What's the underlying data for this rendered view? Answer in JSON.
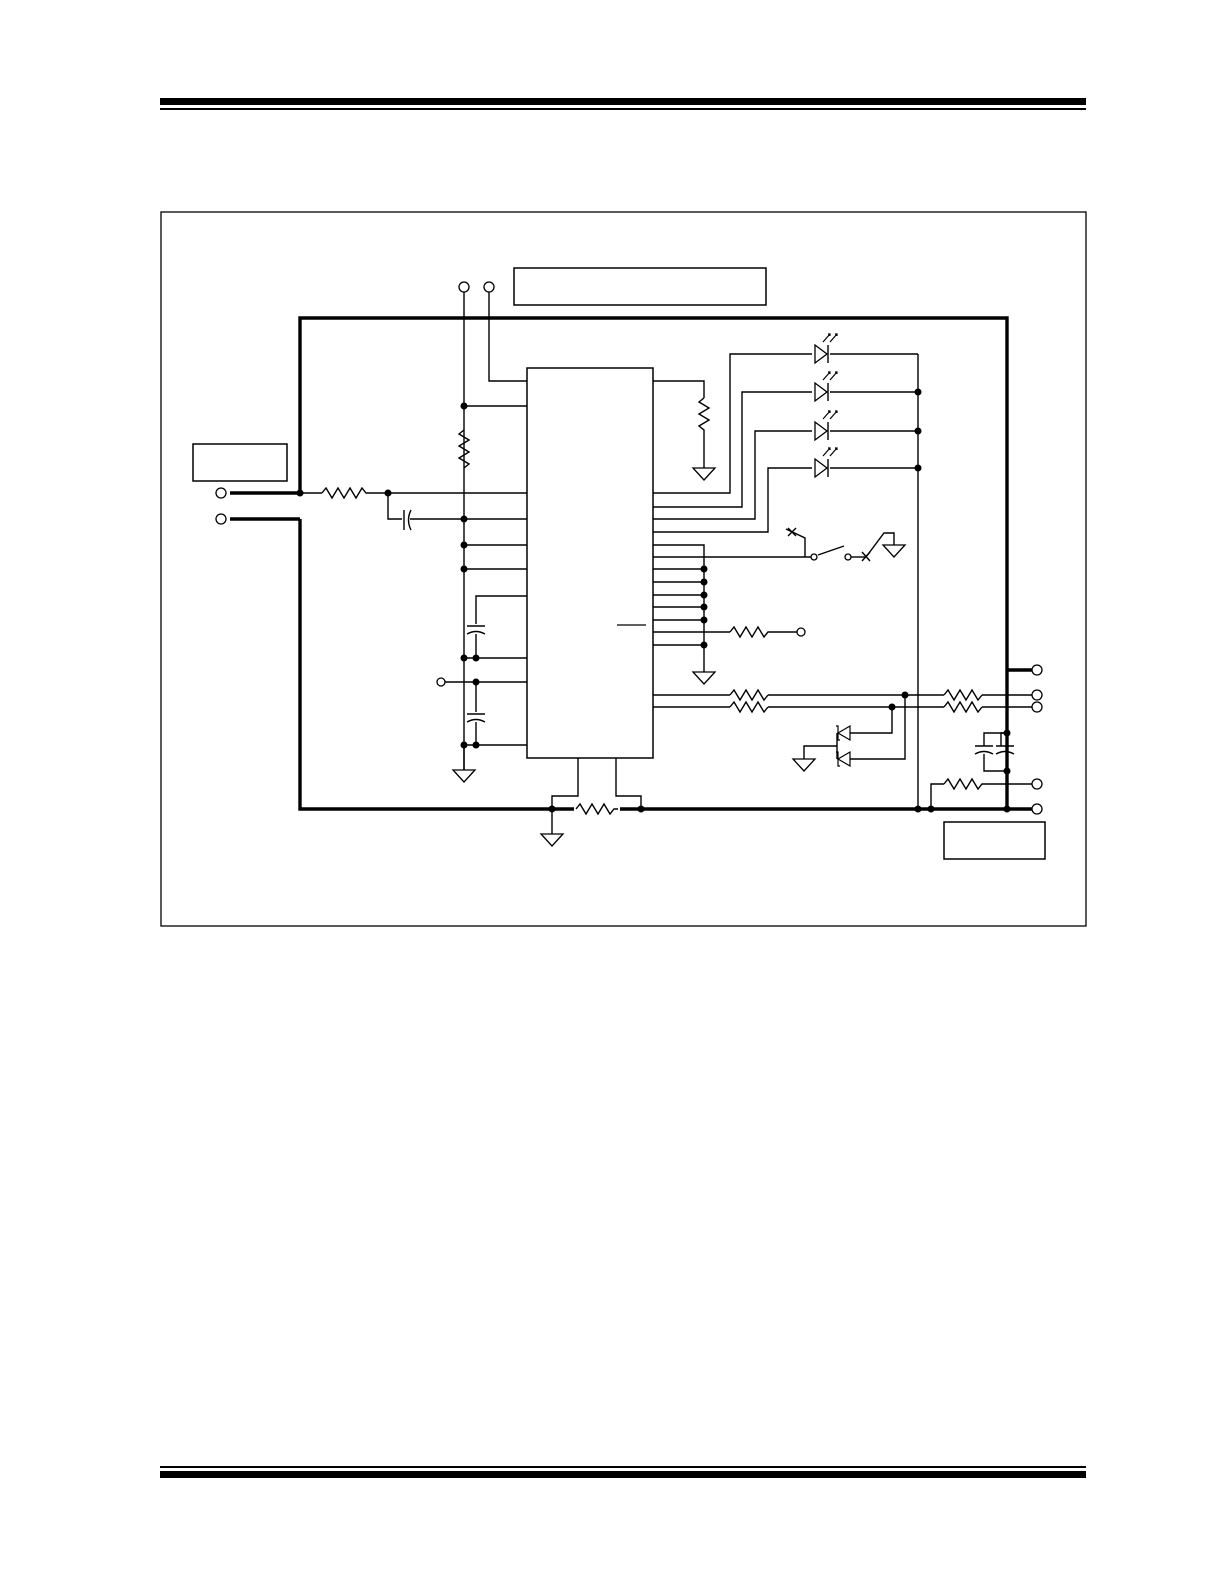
{
  "page": {
    "header_rule": "double",
    "footer_rule": "double"
  },
  "diagram": {
    "frame": "thin-border",
    "label_boxes": [
      "",
      "",
      ""
    ],
    "components": {
      "ic": "rectangular-ic-outline",
      "leds": 4,
      "resistors": 10,
      "capacitors": 5,
      "switch": 1,
      "tvs_diode_pair": 1,
      "ground_symbols": 6,
      "terminals": 11
    },
    "colors": {
      "ink": "#000000",
      "paper": "#ffffff"
    }
  }
}
